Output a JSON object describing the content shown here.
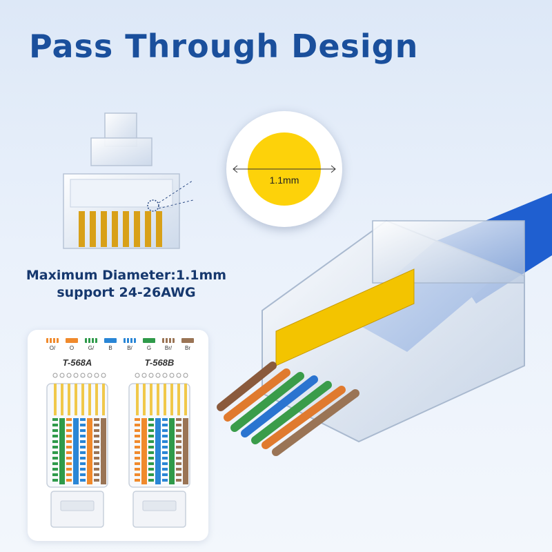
{
  "title": "Pass Through Design",
  "zoom": {
    "label": "1.1mm"
  },
  "spec": {
    "line1": "Maximum Diameter:1.1mm",
    "line2": "support 24-26AWG"
  },
  "legend": [
    {
      "label": "O/",
      "color": "#f08a2c",
      "striped": true
    },
    {
      "label": "O",
      "color": "#f08a2c",
      "striped": false
    },
    {
      "label": "G/",
      "color": "#2f9a4a",
      "striped": true
    },
    {
      "label": "B",
      "color": "#2a86d6",
      "striped": false
    },
    {
      "label": "B/",
      "color": "#2a86d6",
      "striped": true
    },
    {
      "label": "G",
      "color": "#2f9a4a",
      "striped": false
    },
    {
      "label": "Br/",
      "color": "#9a7455",
      "striped": true
    },
    {
      "label": "Br",
      "color": "#9a7455",
      "striped": false
    }
  ],
  "standards": {
    "a": {
      "label": "T-568A",
      "order": [
        "G/",
        "G",
        "O/",
        "B",
        "B/",
        "O",
        "Br/",
        "Br"
      ]
    },
    "b": {
      "label": "T-568B",
      "order": [
        "O/",
        "O",
        "G/",
        "B",
        "B/",
        "G",
        "Br/",
        "Br"
      ]
    }
  },
  "colors": {
    "title": "#1a4f9c",
    "spec_text": "#16386e",
    "cable_blue": "#1f5fd0",
    "gold": "#f3c400"
  }
}
